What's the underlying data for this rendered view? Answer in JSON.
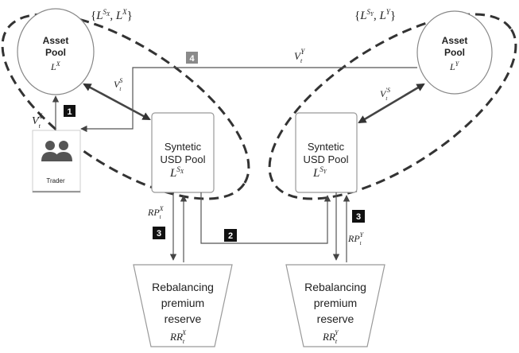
{
  "asset_pool_x": {
    "title_line1": "Asset",
    "title_line2": "Pool",
    "symbol": "L^X"
  },
  "asset_pool_y": {
    "title_line1": "Asset",
    "title_line2": "Pool",
    "symbol": "L^Y"
  },
  "group_x_label": "{L^{S_X}, L^X}",
  "group_y_label": "{L^{S_Y}, L^Y}",
  "synth_pool_x": {
    "line1": "Syntetic",
    "line2": "USD Pool",
    "symbol": "L^{S_X}"
  },
  "synth_pool_y": {
    "line1": "Syntetic",
    "line2": "USD Pool",
    "symbol": "L^{S_Y}"
  },
  "trader": {
    "label": "Trader",
    "icon": "users-icon"
  },
  "reserve_x": {
    "line1": "Rebalancing",
    "line2": "premium",
    "line3": "reserve",
    "symbol": "RR_t^X"
  },
  "reserve_y": {
    "line1": "Rebalancing",
    "line2": "premium",
    "line3": "reserve",
    "symbol": "RR_t^Y"
  },
  "flow_labels": {
    "trader_to_pool": "V_t^X",
    "pool_x_exchange": "V_t^S",
    "pool_y_exchange": "V_t'^S",
    "cross_pool": "V_t^Y",
    "premium_x": "RP_t^X",
    "premium_y": "RP_t^Y"
  },
  "step_badges": [
    "1",
    "2",
    "3",
    "3",
    "4"
  ],
  "colors": {
    "badge_dark": "#111111",
    "badge_gray": "#8a8a8a",
    "stroke": "#333333"
  }
}
